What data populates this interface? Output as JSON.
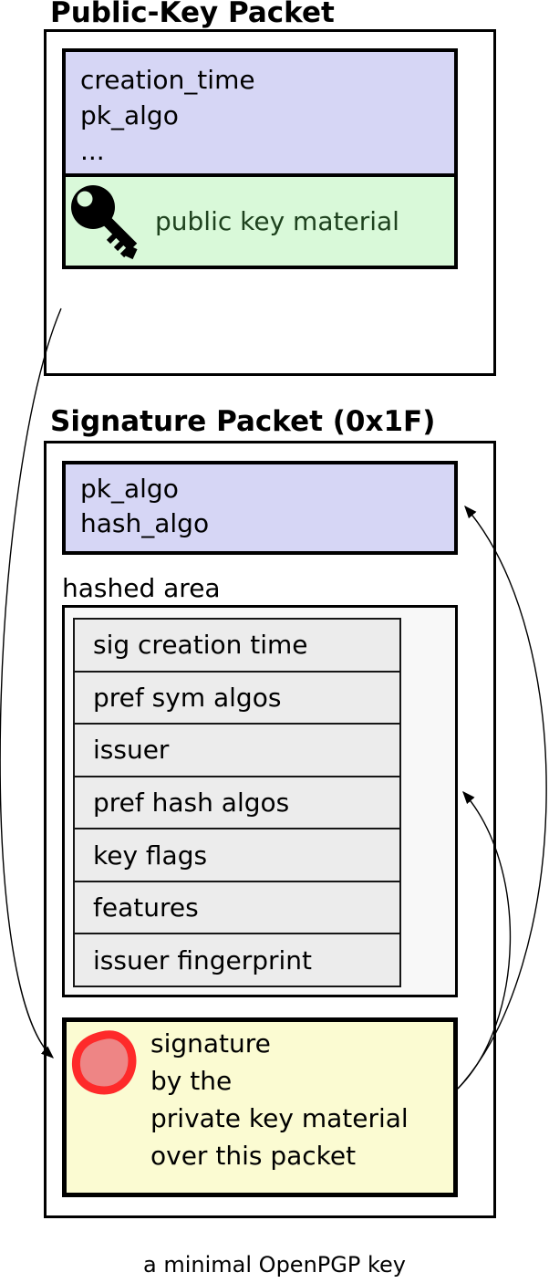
{
  "public_key_packet": {
    "title": "Public-Key Packet",
    "fields": [
      "creation_time",
      "pk_algo",
      "..."
    ],
    "key_material_label": "public key material"
  },
  "signature_packet": {
    "title": "Signature Packet (0x1F)",
    "algo_fields": [
      "pk_algo",
      "hash_algo"
    ],
    "hashed_area_label": "hashed area",
    "hashed_subpackets": [
      "sig creation time",
      "pref sym algos",
      "issuer",
      "pref hash algos",
      "key flags",
      "features",
      "issuer fingerprint"
    ],
    "signature_note_lines": [
      "signature",
      "by the",
      "private key material",
      "over this packet"
    ]
  },
  "caption": "a minimal OpenPGP key",
  "icons": {
    "key": "key-icon",
    "seal": "seal-icon"
  },
  "colors": {
    "field_box_fill": "#d6d6f5",
    "key_material_fill": "#d9f9d9",
    "key_material_text": "#1e421e",
    "signature_fill": "#fbfbd2",
    "seal_ring": "#fe2a2a",
    "seal_center": "#ee8585",
    "hashed_area_fill": "#f8f8f8",
    "subpacket_fill": "#ececec",
    "line_color": "#000000"
  }
}
